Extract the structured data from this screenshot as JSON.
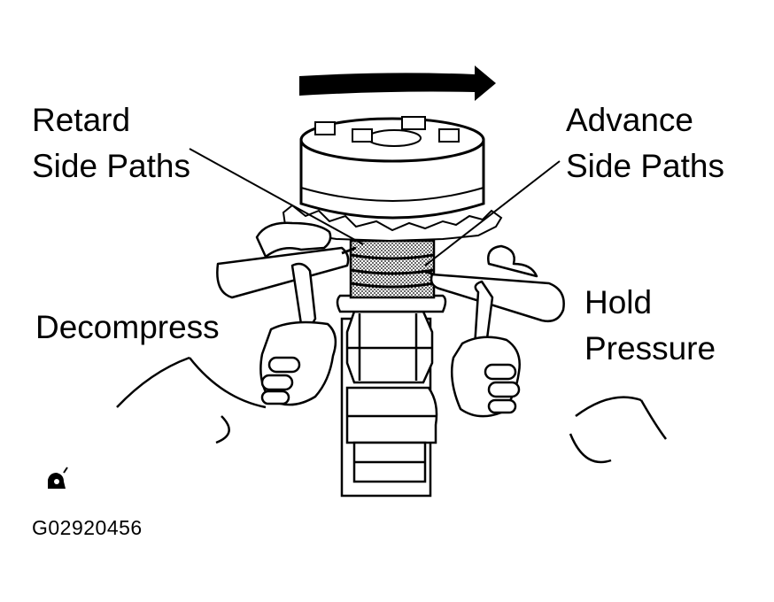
{
  "labels": {
    "retard": [
      "Retard",
      "Side Paths"
    ],
    "advance": [
      "Advance",
      "Side Paths"
    ],
    "decompress": "Decompress",
    "hold": [
      "Hold",
      "Pressure"
    ]
  },
  "figure_id": "G02920456",
  "colors": {
    "ink": "#000000",
    "paper": "#ffffff"
  },
  "icons": {
    "rotation": "rotation-arrow-icon",
    "reference": "snail-icon"
  }
}
